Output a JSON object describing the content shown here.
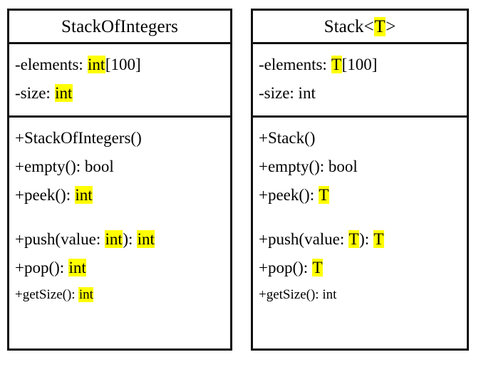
{
  "diagram": {
    "type": "uml-class-diagram",
    "highlight_color": "#ffff00",
    "border_color": "#111111",
    "background": "#ffffff",
    "classes": [
      {
        "id": "stack-of-integers",
        "name_segments": [
          {
            "text": "StackOfIntegers",
            "highlight": false
          }
        ],
        "name_plain": "StackOfIntegers",
        "attributes": [
          {
            "plain": "-elements: int[100]",
            "segments": [
              {
                "text": "-elements: ",
                "highlight": false
              },
              {
                "text": "int",
                "highlight": true
              },
              {
                "text": "[100]",
                "highlight": false
              }
            ]
          },
          {
            "plain": "-size: int",
            "segments": [
              {
                "text": "-size: ",
                "highlight": false
              },
              {
                "text": "int",
                "highlight": true
              }
            ]
          }
        ],
        "methods": [
          {
            "plain": "+StackOfIntegers()",
            "segments": [
              {
                "text": "+StackOfIntegers()",
                "highlight": false
              }
            ]
          },
          {
            "plain": "+empty(): bool",
            "segments": [
              {
                "text": "+empty(): bool",
                "highlight": false
              }
            ]
          },
          {
            "plain": "+peek(): int",
            "segments": [
              {
                "text": "+peek(): ",
                "highlight": false
              },
              {
                "text": "int",
                "highlight": true
              }
            ]
          },
          {
            "plain": "",
            "spacer": true,
            "segments": []
          },
          {
            "plain": "+push(value: int): int",
            "segments": [
              {
                "text": "+push(value: ",
                "highlight": false
              },
              {
                "text": "int",
                "highlight": true
              },
              {
                "text": "): ",
                "highlight": false
              },
              {
                "text": "int",
                "highlight": true
              }
            ]
          },
          {
            "plain": "+pop(): int",
            "segments": [
              {
                "text": "+pop(): ",
                "highlight": false
              },
              {
                "text": "int",
                "highlight": true
              }
            ]
          },
          {
            "plain": "+getSize(): int",
            "small": true,
            "segments": [
              {
                "text": "+getSize(): ",
                "highlight": false
              },
              {
                "text": "int",
                "highlight": true
              }
            ]
          }
        ]
      },
      {
        "id": "stack-generic",
        "name_segments": [
          {
            "text": "Stack<",
            "highlight": false
          },
          {
            "text": "T",
            "highlight": true
          },
          {
            "text": ">",
            "highlight": false
          }
        ],
        "name_plain": "Stack<T>",
        "attributes": [
          {
            "plain": "-elements: T[100]",
            "segments": [
              {
                "text": "-elements: ",
                "highlight": false
              },
              {
                "text": "T",
                "highlight": true
              },
              {
                "text": "[100]",
                "highlight": false
              }
            ]
          },
          {
            "plain": "-size: int",
            "segments": [
              {
                "text": "-size: int",
                "highlight": false
              }
            ]
          }
        ],
        "methods": [
          {
            "plain": "+Stack()",
            "segments": [
              {
                "text": "+Stack()",
                "highlight": false
              }
            ]
          },
          {
            "plain": "+empty(): bool",
            "segments": [
              {
                "text": "+empty(): bool",
                "highlight": false
              }
            ]
          },
          {
            "plain": "+peek(): T",
            "segments": [
              {
                "text": "+peek(): ",
                "highlight": false
              },
              {
                "text": "T",
                "highlight": true
              }
            ]
          },
          {
            "plain": "",
            "spacer": true,
            "segments": []
          },
          {
            "plain": "+push(value: T): T",
            "segments": [
              {
                "text": "+push(value: ",
                "highlight": false
              },
              {
                "text": "T",
                "highlight": true
              },
              {
                "text": "): ",
                "highlight": false
              },
              {
                "text": "T",
                "highlight": true
              }
            ]
          },
          {
            "plain": "+pop(): T",
            "segments": [
              {
                "text": "+pop(): ",
                "highlight": false
              },
              {
                "text": "T",
                "highlight": true
              }
            ]
          },
          {
            "plain": "+getSize(): int",
            "small": true,
            "segments": [
              {
                "text": "+getSize(): int",
                "highlight": false
              }
            ]
          }
        ]
      }
    ]
  }
}
